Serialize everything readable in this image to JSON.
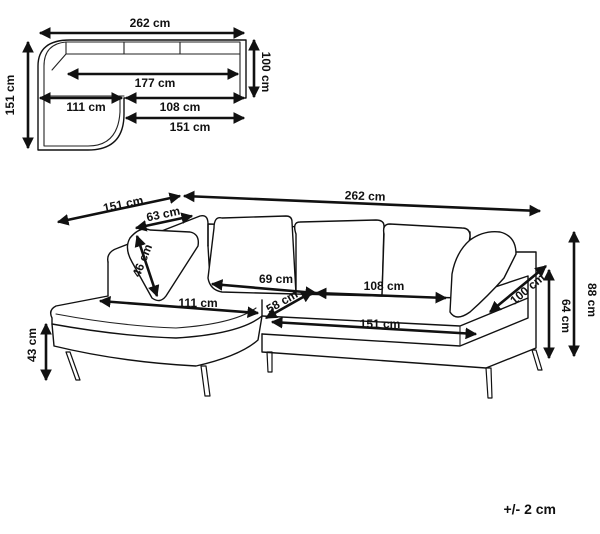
{
  "top_view": {
    "total_width": "262 cm",
    "depth_right": "100 cm",
    "depth_left": "151 cm",
    "seat_inner": "177 cm",
    "chaise_width": "111 cm",
    "main_seat": "108 cm",
    "back_length": "151 cm"
  },
  "perspective_view": {
    "chaise_length": "151 cm",
    "total_width": "262 cm",
    "cushion_depth": "63 cm",
    "cushion_height": "46 cm",
    "seat_69": "69 cm",
    "seat_108": "108 cm",
    "seat_58": "58 cm",
    "chaise_111": "111 cm",
    "seat_151": "151 cm",
    "depth_100": "100 cm",
    "height_total": "88 cm",
    "height_arm": "64 cm",
    "seat_height": "43 cm"
  },
  "tolerance": "+/- 2 cm"
}
